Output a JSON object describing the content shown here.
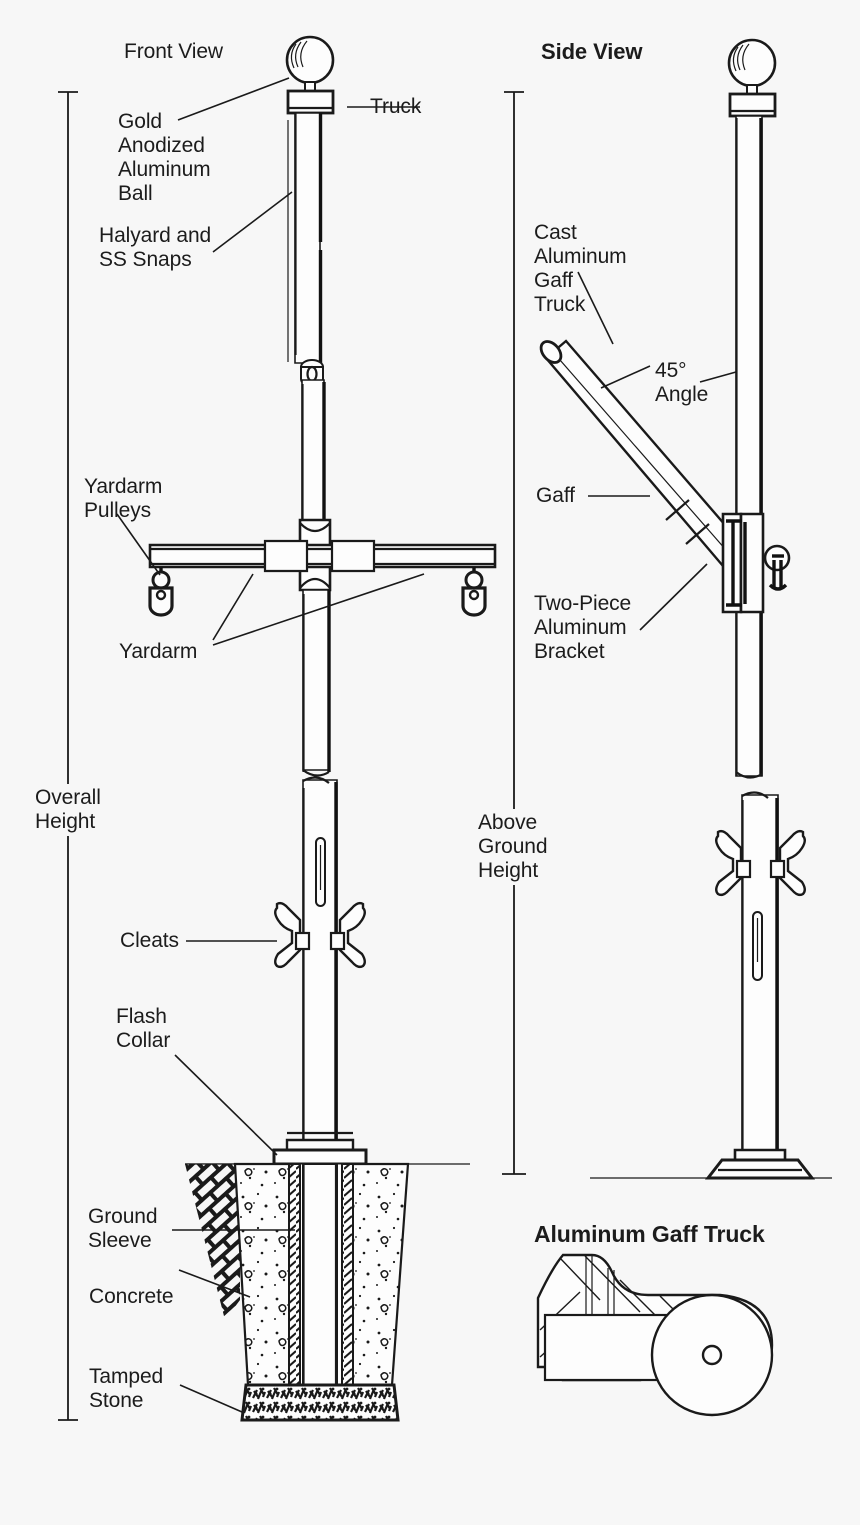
{
  "figure": {
    "background_color": "#f7f7f7",
    "ink_color": "#1a1a1a",
    "type": "technical-line-drawing",
    "subject": "Flagpole with yardarm and gaff — installation detail"
  },
  "headings": {
    "front_view": "Front View",
    "side_view": "Side View",
    "detail_title": "Aluminum Gaff Truck"
  },
  "front_view_labels": {
    "ball": "Gold\nAnodized\nAluminum\nBall",
    "truck": "Truck",
    "halyard": "Halyard and\nSS Snaps",
    "yardarm_pulleys": "Yardarm\nPulleys",
    "yardarm": "Yardarm",
    "cleats": "Cleats",
    "flash_collar": "Flash\nCollar",
    "ground_sleeve": "Ground\nSleeve",
    "concrete": "Concrete",
    "tamped_stone": "Tamped\nStone"
  },
  "side_view_labels": {
    "gaff_truck": "Cast\nAluminum\nGaff\nTruck",
    "angle": "45°\nAngle",
    "gaff": "Gaff",
    "bracket": "Two-Piece\nAluminum\nBracket"
  },
  "dimensions": {
    "overall_height": "Overall\nHeight",
    "above_ground_height": "Above\nGround\nHeight"
  }
}
